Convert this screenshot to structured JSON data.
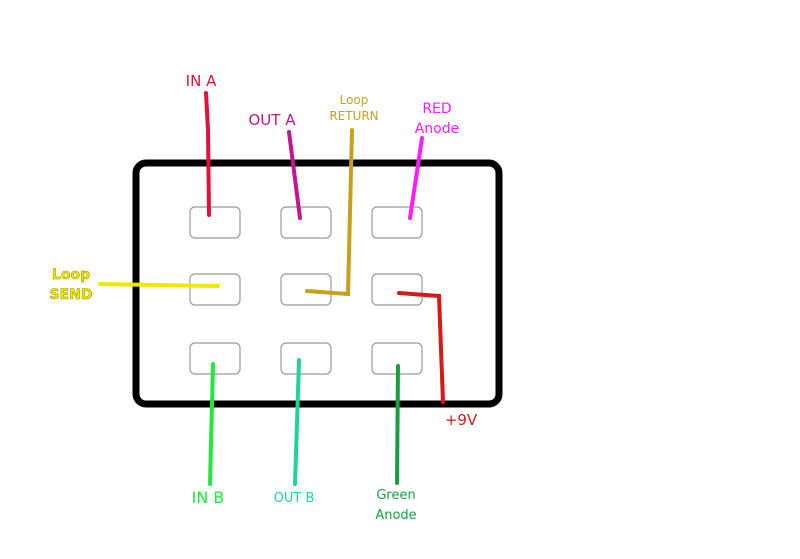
{
  "title": "3PDT footswitch wiring diagram",
  "colors": {
    "frame": "#000000",
    "pad": "#999999",
    "in_a": "#e0123a",
    "out_a": "#c0168f",
    "loop_return": "#c8a020",
    "red_anode": "#ff1aff",
    "loop_send": "#f0e800",
    "nine_v": "#d81818",
    "in_b": "#22e83a",
    "out_b": "#1ed49a",
    "green_anode": "#18a040"
  },
  "labels": {
    "in_a": "IN A",
    "out_a": "OUT A",
    "loop_return_1": "Loop",
    "loop_return_2": "RETURN",
    "red_anode_1": "RED",
    "red_anode_2": "Anode",
    "loop_send_1": "Loop",
    "loop_send_2": "SEND",
    "nine_v": "+9V",
    "in_b": "IN B",
    "out_b": "OUT B",
    "green_anode_1": "Green",
    "green_anode_2": "Anode"
  }
}
